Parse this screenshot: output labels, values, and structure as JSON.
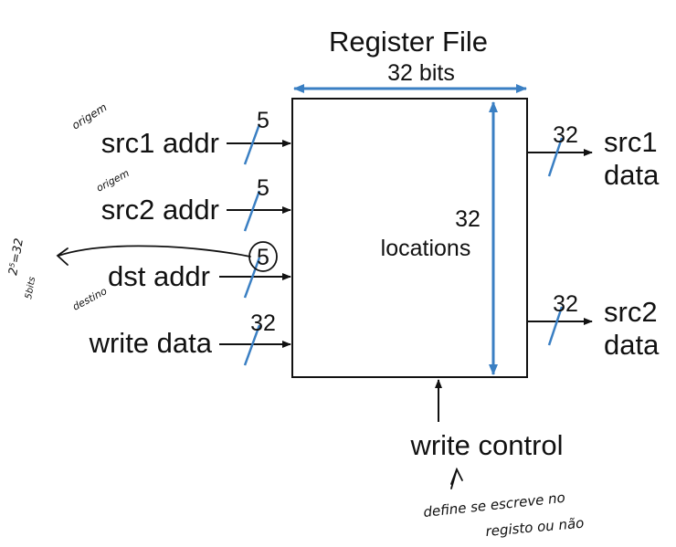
{
  "title": "Register File",
  "width_label": "32 bits",
  "depth_label": {
    "line1": "32",
    "line2": "locations"
  },
  "inputs": [
    {
      "label": "src1 addr",
      "bits": "5"
    },
    {
      "label": "src2 addr",
      "bits": "5"
    },
    {
      "label": "dst addr",
      "bits": "5"
    },
    {
      "label": "write data",
      "bits": "32"
    }
  ],
  "outputs": [
    {
      "label_line1": "src1",
      "label_line2": "data",
      "bits": "32"
    },
    {
      "label_line1": "src2",
      "label_line2": "data",
      "bits": "32"
    }
  ],
  "control": {
    "label": "write control"
  },
  "handwritten": {
    "origem_1": "origem",
    "origem_2": "origem",
    "destino": "destino",
    "formula": "2⁵=32",
    "bits_note": "5bits",
    "control_note_line1": "define se escreve no",
    "control_note_line2": "registo ou não"
  },
  "colors": {
    "accent": "#3a7fc3",
    "ink": "#111111"
  }
}
